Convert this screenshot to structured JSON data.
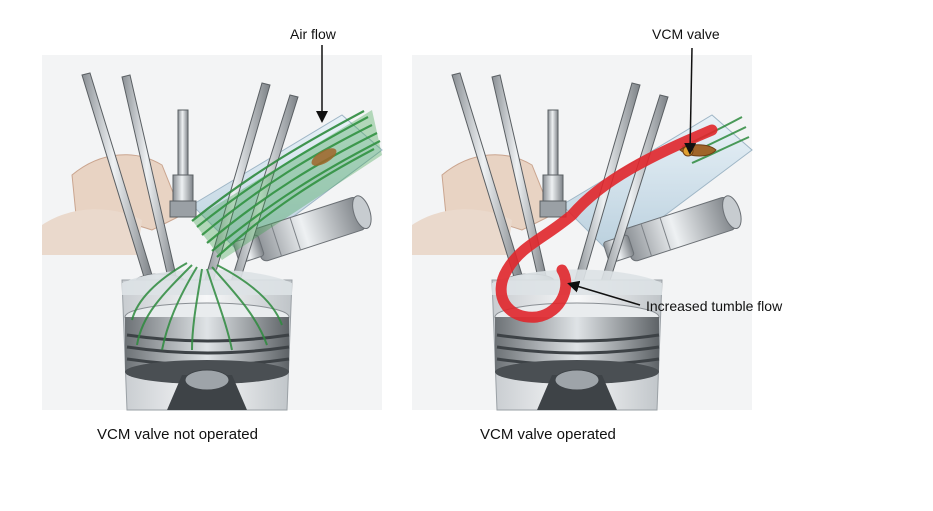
{
  "labels": {
    "air_flow": "Air flow",
    "vcm_valve": "VCM valve",
    "increased_tumble_flow": "Increased tumble flow"
  },
  "captions": {
    "left": "VCM valve not operated",
    "right": "VCM valve operated"
  },
  "colors": {
    "air_flow_green": "#2e8b3e",
    "tumble_red": "#e0262b",
    "valve_bronze": "#a0652a",
    "port_blue": "#cfe1ee"
  }
}
